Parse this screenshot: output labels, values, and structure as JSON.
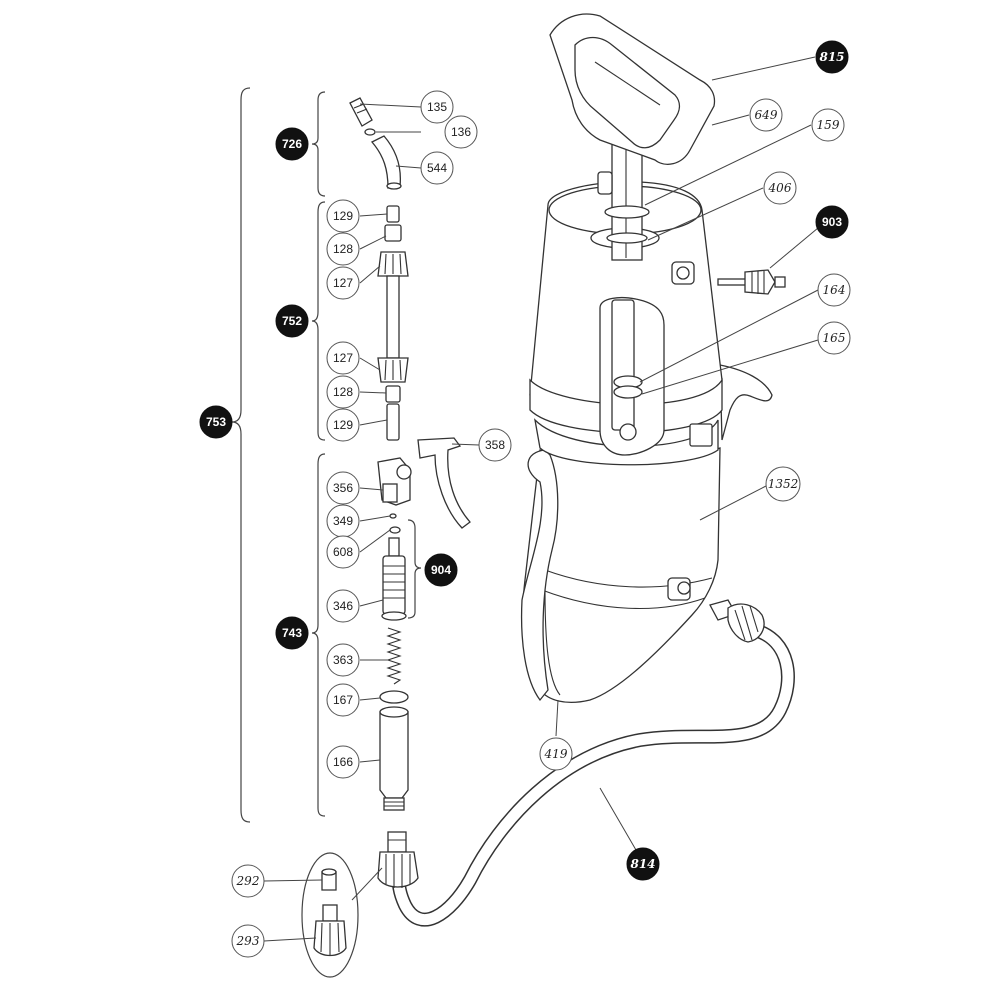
{
  "callouts": {
    "c815": "815",
    "c649": "649",
    "c159": "159",
    "c406": "406",
    "c903": "903",
    "c164": "164",
    "c165": "165",
    "c1352": "1352",
    "c419": "419",
    "c814": "814",
    "c135": "135",
    "c136": "136",
    "c544": "544",
    "c726": "726",
    "c129a": "129",
    "c128a": "128",
    "c127a": "127",
    "c752": "752",
    "c127b": "127",
    "c128b": "128",
    "c129b": "129",
    "c753": "753",
    "c358": "358",
    "c356": "356",
    "c349": "349",
    "c608": "608",
    "c904": "904",
    "c346": "346",
    "c743": "743",
    "c363": "363",
    "c167": "167",
    "c166": "166",
    "c292": "292",
    "c293": "293"
  }
}
